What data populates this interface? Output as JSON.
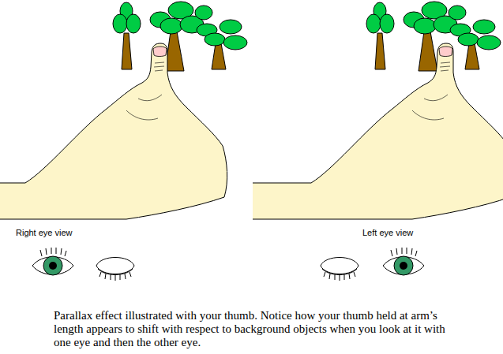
{
  "diagram": {
    "caption": "Parallax effect illustrated with your thumb. Notice how your thumb held at arm’s length appears to shift with respect to background objects when you look at it with one eye and then the other eye.",
    "labels": [
      "Right eye view",
      "Left eye view"
    ]
  }
}
